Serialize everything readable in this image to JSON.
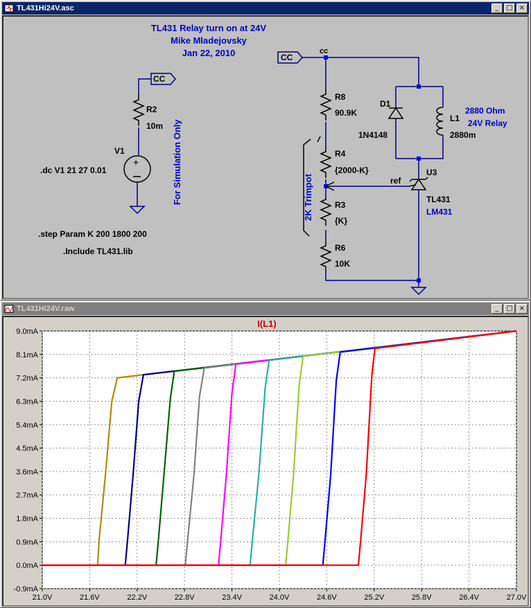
{
  "schematic_window": {
    "title": "TL431Hi24V.asc",
    "buttons": {
      "minimize": "_",
      "maximize": "□",
      "close": "×"
    },
    "comment": {
      "line1": "TL431 Relay turn on at 24V",
      "line2": "Mike Mladejovsky",
      "line3": "Jan 22, 2010"
    },
    "labels": {
      "cc_flag_left": "CC",
      "cc_flag_right": "CC",
      "cc_net": "cc",
      "r2_name": "R2",
      "r2_value": "10m",
      "v1_name": "V1",
      "dc_directive": ".dc V1 21 27 0.01",
      "sim_only": "For Simulation Only",
      "step_directive": ".step Param K 200 1800 200",
      "include_directive": ".Include TL431.lib",
      "r8_name": "R8",
      "r8_value": "90.9K",
      "r4_name": "R4",
      "r4_value": "{2000-K}",
      "r3_name": "R3",
      "r3_value": "{K}",
      "r6_name": "R6",
      "r6_value": "10K",
      "trimpot": "2K Trimpot",
      "d1_name": "D1",
      "d1_value": "1N4148",
      "l1_name": "L1",
      "l1_value": "2880m",
      "relay_line1": "2880 Ohm",
      "relay_line2": "24V Relay",
      "ref": "ref",
      "u3_name": "U3",
      "u3_line1": "TL431",
      "u3_line2": "LM431"
    },
    "colors": {
      "background": "#c0c0c0",
      "wire": "#000080",
      "component": "#000000",
      "text_blue": "#0000cc"
    }
  },
  "plot_window": {
    "title": "TL431Hi24V.raw",
    "buttons": {
      "minimize": "_",
      "maximize": "□",
      "close": "×"
    },
    "trace_label": "I(L1)",
    "trace_label_color": "#cc0000"
  },
  "chart_data": {
    "type": "line",
    "title": "I(L1)",
    "xlabel": "",
    "ylabel": "",
    "xlim": [
      21.0,
      27.0
    ],
    "ylim": [
      -0.9,
      9.0
    ],
    "x_ticks": [
      "21.0V",
      "21.6V",
      "22.2V",
      "22.8V",
      "23.4V",
      "24.0V",
      "24.6V",
      "25.2V",
      "25.8V",
      "26.4V",
      "27.0V"
    ],
    "y_ticks": [
      "9.0mA",
      "8.1mA",
      "7.2mA",
      "6.3mA",
      "5.4mA",
      "4.5mA",
      "3.6mA",
      "2.7mA",
      "1.8mA",
      "0.9mA",
      "0.0mA",
      "-0.9mA"
    ],
    "y_tick_values": [
      9.0,
      8.1,
      7.2,
      6.3,
      5.4,
      4.5,
      3.6,
      2.7,
      1.8,
      0.9,
      0.0,
      -0.9
    ],
    "x_tick_values": [
      21.0,
      21.6,
      22.2,
      22.8,
      23.4,
      24.0,
      24.6,
      25.2,
      25.8,
      26.4,
      27.0
    ],
    "grid": true,
    "background": "#ffffff",
    "series": [
      {
        "color": "#b8860b",
        "values": [
          [
            21.0,
            0
          ],
          [
            21.7,
            0
          ],
          [
            21.72,
            1.0
          ],
          [
            21.8,
            3.5
          ],
          [
            21.88,
            6.3
          ],
          [
            21.95,
            7.2
          ],
          [
            27.0,
            9.0
          ]
        ]
      },
      {
        "color": "#000080",
        "values": [
          [
            21.0,
            0
          ],
          [
            22.05,
            0
          ],
          [
            22.08,
            1.0
          ],
          [
            22.15,
            3.5
          ],
          [
            22.22,
            6.3
          ],
          [
            22.28,
            7.32
          ],
          [
            27.0,
            9.0
          ]
        ]
      },
      {
        "color": "#006400",
        "values": [
          [
            21.0,
            0
          ],
          [
            22.44,
            0
          ],
          [
            22.47,
            1.0
          ],
          [
            22.54,
            3.5
          ],
          [
            22.62,
            6.4
          ],
          [
            22.67,
            7.45
          ],
          [
            27.0,
            9.0
          ]
        ]
      },
      {
        "color": "#808080",
        "values": [
          [
            21.0,
            0
          ],
          [
            22.81,
            0
          ],
          [
            22.84,
            1.0
          ],
          [
            22.92,
            3.5
          ],
          [
            22.99,
            6.5
          ],
          [
            23.05,
            7.58
          ],
          [
            27.0,
            9.0
          ]
        ]
      },
      {
        "color": "#ff00ff",
        "values": [
          [
            21.0,
            0
          ],
          [
            23.23,
            0
          ],
          [
            23.26,
            1.0
          ],
          [
            23.33,
            3.5
          ],
          [
            23.4,
            6.6
          ],
          [
            23.45,
            7.73
          ],
          [
            27.0,
            9.0
          ]
        ]
      },
      {
        "color": "#20b2aa",
        "values": [
          [
            21.0,
            0
          ],
          [
            23.63,
            0
          ],
          [
            23.66,
            1.0
          ],
          [
            23.74,
            3.5
          ],
          [
            23.82,
            6.8
          ],
          [
            23.87,
            7.88
          ],
          [
            27.0,
            9.0
          ]
        ]
      },
      {
        "color": "#9acd32",
        "values": [
          [
            21.0,
            0
          ],
          [
            24.08,
            0
          ],
          [
            24.11,
            1.0
          ],
          [
            24.18,
            3.5
          ],
          [
            24.25,
            6.9
          ],
          [
            24.3,
            8.03
          ],
          [
            27.0,
            9.0
          ]
        ]
      },
      {
        "color": "#0000ff",
        "values": [
          [
            21.0,
            0
          ],
          [
            24.55,
            0
          ],
          [
            24.58,
            1.0
          ],
          [
            24.65,
            3.5
          ],
          [
            24.72,
            7.1
          ],
          [
            24.77,
            8.19
          ],
          [
            27.0,
            9.0
          ]
        ]
      },
      {
        "color": "#ff0000",
        "values": [
          [
            21.0,
            0
          ],
          [
            25.0,
            0
          ],
          [
            25.03,
            1.0
          ],
          [
            25.1,
            3.5
          ],
          [
            25.17,
            7.3
          ],
          [
            25.21,
            8.33
          ],
          [
            27.0,
            9.0
          ]
        ]
      }
    ]
  }
}
